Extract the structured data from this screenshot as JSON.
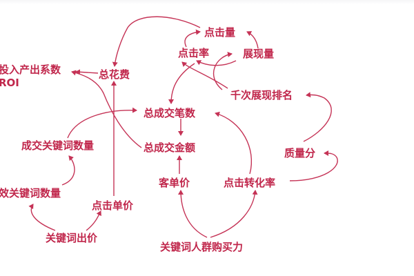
{
  "style": {
    "text_color": "#c0264b",
    "arrow_color": "#c53356",
    "background": "#ffffff"
  },
  "nodes": {
    "click_volume": "点击量",
    "click_rate": "点击率",
    "impressions": "展现量",
    "cpm_rank": "千次展现排名",
    "roi_line1": "投入产出系数",
    "roi_line2": "ROI",
    "total_cost": "总花费",
    "total_orders": "总成交笔数",
    "total_amount": "总成交金额",
    "deal_keyword_count": "成交关键词数量",
    "quality_score": "质量分",
    "valid_keyword_count": "效关键词数量",
    "avg_order_value": "客单价",
    "click_conversion_rate": "点击转化率",
    "cost_per_click": "点击单价",
    "keyword_bid": "关键词出价",
    "keyword_crowd_purchasing_power": "关键词人群购买力"
  }
}
